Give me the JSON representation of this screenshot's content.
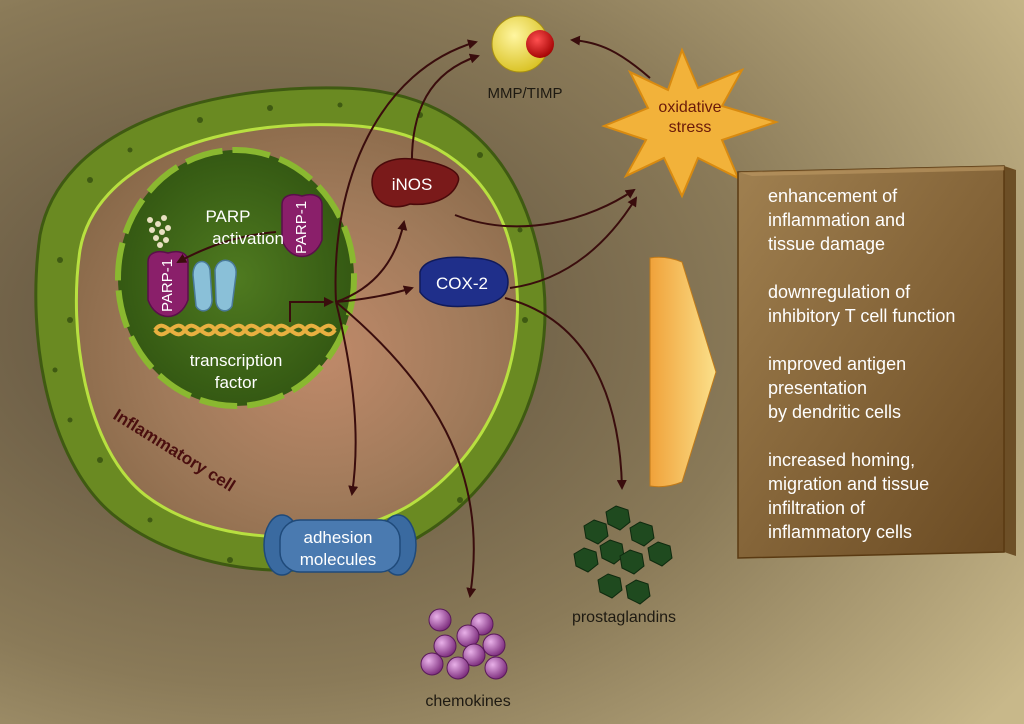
{
  "nodes": {
    "mmp_timp": "MMP/TIMP",
    "oxidative_stress": [
      "oxidative",
      "stress"
    ],
    "inos": "iNOS",
    "cox2": "COX-2",
    "parp_left": "PARP-1",
    "parp_right": "PARP-1",
    "parp_activation": [
      "PARP",
      "activation"
    ],
    "transcription_factor": [
      "transcription",
      "factor"
    ],
    "inflammatory_cell": "Inflammatory cell",
    "adhesion_molecules": [
      "adhesion",
      "molecules"
    ],
    "chemokines": "chemokines",
    "prostaglandins": "prostaglandins"
  },
  "effects_box": [
    [
      "enhancement of",
      "inflammation and",
      "tissue damage"
    ],
    [
      "downregulation of",
      "inhibitory T cell function"
    ],
    [
      "improved antigen",
      "presentation",
      "by dendritic cells"
    ],
    [
      "increased homing,",
      "migration and tissue",
      "infiltration of",
      "inflammatory cells"
    ]
  ],
  "colors": {
    "background": "#8a7a5a",
    "cell_membrane": "#5f8a1e",
    "cytoplasm": "#a07a5a",
    "nucleus": "#3f6a18",
    "arrow": "#3a0d0d",
    "inos": "#7a1a1a",
    "cox2": "#1f2f8a",
    "parp": "#8a1f6a",
    "adhesion": "#3a6aa0",
    "chemokine": "#a04aa0",
    "prostaglandin": "#1f4a1f",
    "star": "#f2b23a",
    "box": "#8a6a3a"
  }
}
